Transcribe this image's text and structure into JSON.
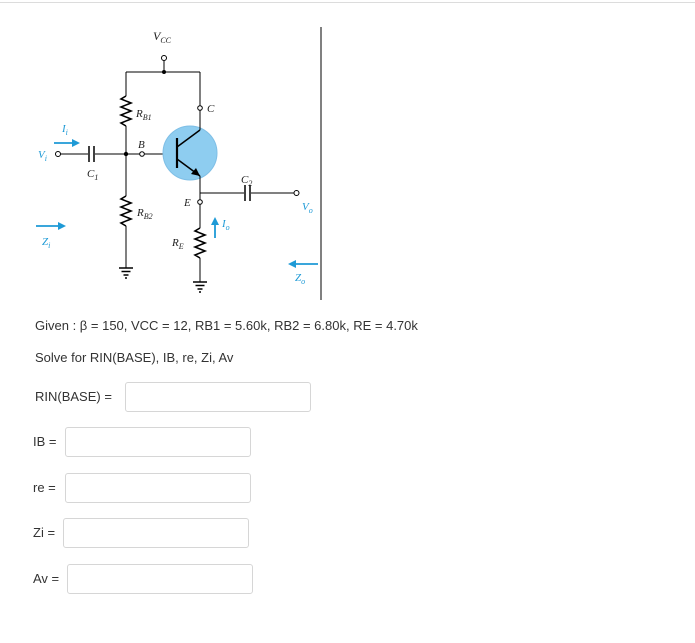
{
  "circuit": {
    "vcc": "V",
    "vcc_sub": "CC",
    "rb1": "R",
    "rb1_sub": "B1",
    "rb2": "R",
    "rb2_sub": "B2",
    "re": "R",
    "re_sub": "E",
    "c1": "C",
    "c1_sub": "1",
    "c2": "C",
    "c2_sub": "2",
    "node_b": "B",
    "node_c": "C",
    "node_e": "E",
    "vi": "V",
    "vi_sub": "i",
    "vo": "V",
    "vo_sub": "o",
    "ii": "I",
    "ii_sub": "i",
    "io": "I",
    "io_sub": "o",
    "zi": "Z",
    "zi_sub": "i",
    "zo": "Z",
    "zo_sub": "o"
  },
  "problem": {
    "given": "Given : β = 150, VCC = 12, RB1 = 5.60k, RB2 = 6.80k, RE = 4.70k",
    "solve": "Solve for RIN(BASE), IB, re, Zi, Av"
  },
  "fields": {
    "rin_label": "RIN(BASE) =",
    "ib_label": "IB =",
    "re_label": "re =",
    "zi_label": "Zi =",
    "av_label": "Av =",
    "rin_value": "",
    "ib_value": "",
    "re_value": "",
    "zi_value": "",
    "av_value": ""
  },
  "colors": {
    "transistor_fill": "#8ecdf0",
    "arrow_blue": "#1e9ad6"
  }
}
